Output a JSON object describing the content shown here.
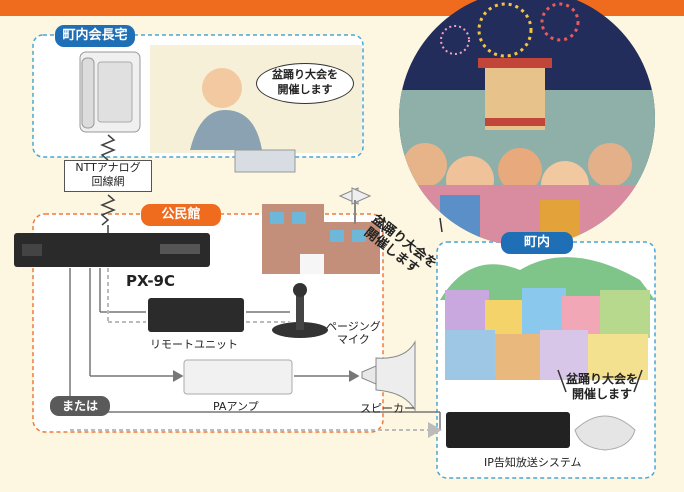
{
  "zones": {
    "chairman_home": "町内会長宅",
    "community_hall": "公民館",
    "neighborhood": "町内"
  },
  "line": {
    "ntt_line_line1": "NTTアナログ",
    "ntt_line_line2": "回線網"
  },
  "speech": {
    "phone_bubble_line1": "盆踊り大会を",
    "phone_bubble_line2": "開催します",
    "broadcast_line1": "盆踊り大会を",
    "broadcast_line2": "開催します",
    "ip_bubble_line1": "盆踊り大会を",
    "ip_bubble_line2": "開催します"
  },
  "devices": {
    "px9c": "PX-9C",
    "remote_unit": "リモートユニット",
    "paging_mic_line1": "ページング",
    "paging_mic_line2": "マイク",
    "pa_amp": "PAアンプ",
    "speaker": "スピーカー",
    "ip_system": "IP告知放送システム"
  },
  "misc": {
    "or_label": "または"
  },
  "colors": {
    "orange": "#ef6c1f",
    "blue": "#1f6fb6",
    "gray_pill": "#5a5a5a",
    "dashed_blue": "#4aa6d6",
    "dashed_orange": "#ef7a3a"
  }
}
